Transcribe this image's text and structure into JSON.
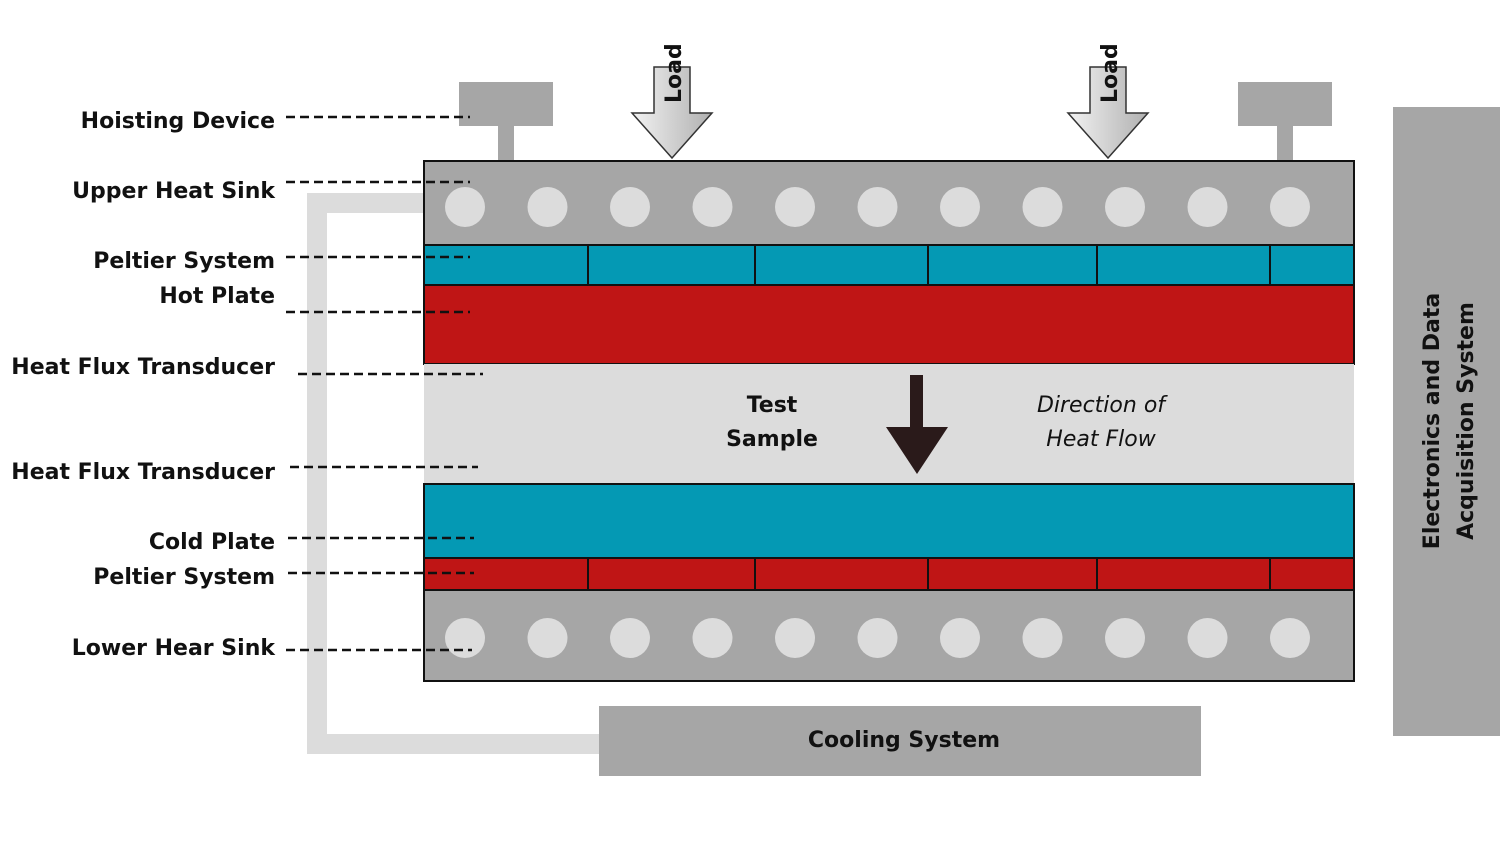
{
  "labels": {
    "hoisting_device": "Hoisting Device",
    "upper_heat_sink": "Upper Heat Sink",
    "peltier_top": "Peltier System",
    "hot_plate": "Hot Plate",
    "hft_top": "Heat Flux Transducer",
    "hft_bottom": "Heat Flux Transducer",
    "cold_plate": "Cold Plate",
    "peltier_bottom": "Peltier System",
    "lower_sink": "Lower Hear Sink"
  },
  "load_left": "Load",
  "load_right": "Load",
  "sample": {
    "line1": "Test",
    "line2": "Sample"
  },
  "direction": {
    "line1": "Direction of",
    "line2": "Heat Flow"
  },
  "cooling_system": "Cooling System",
  "electronics": {
    "line1": "Electronics and Data",
    "line2": "Acquisition System"
  },
  "colors": {
    "sink_gray": "#a6a6a6",
    "pipe_gray": "#dcdcdc",
    "teal": "#0499b4",
    "red": "#bf1515",
    "arrow_dark": "#2a1a1a"
  }
}
